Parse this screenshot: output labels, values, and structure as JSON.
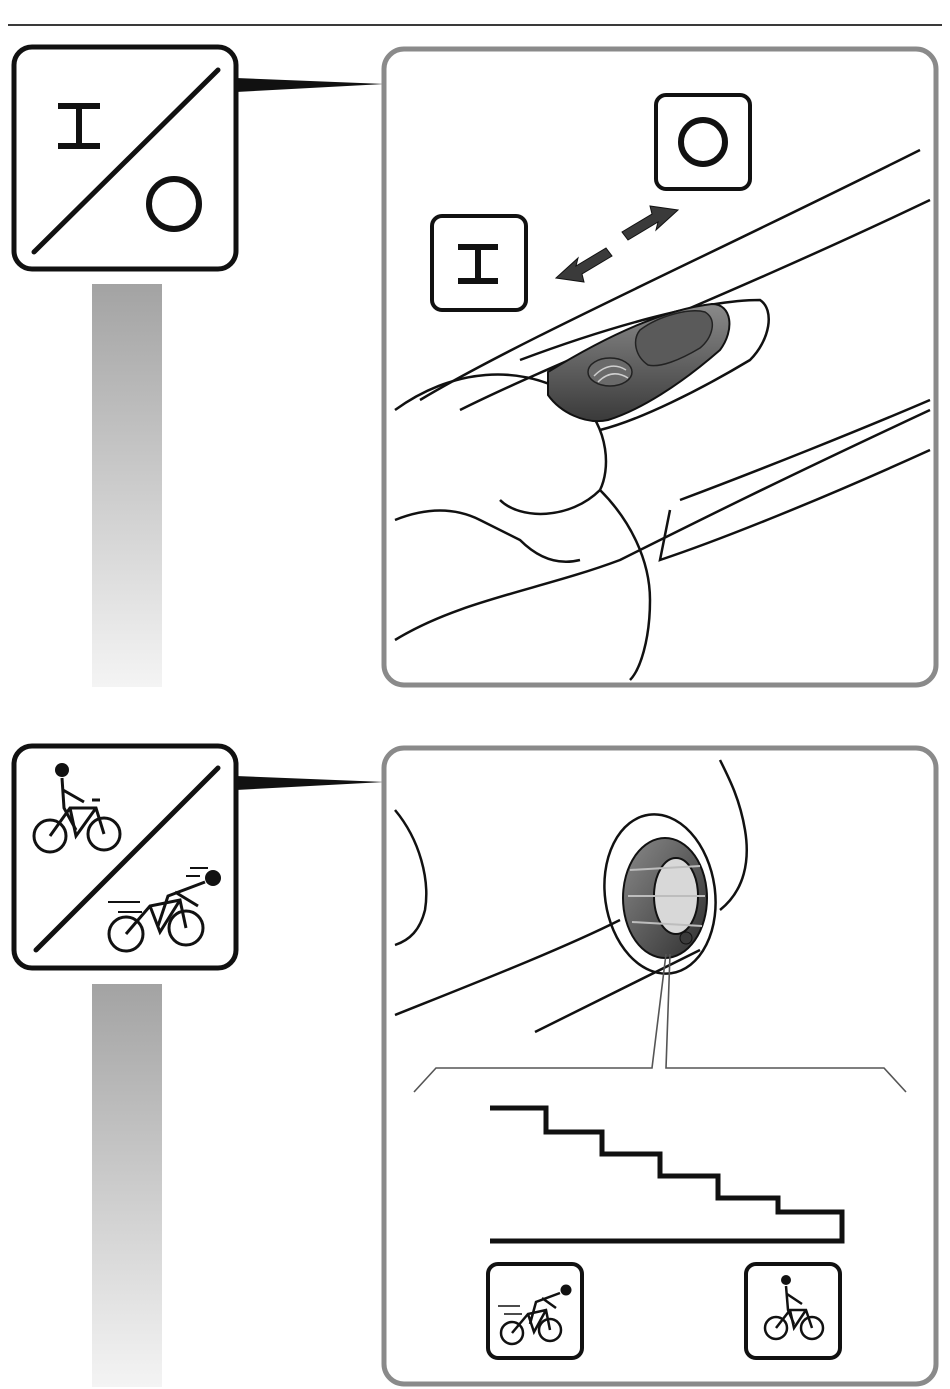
{
  "page": {
    "top_rule": true
  },
  "section_power": {
    "icon_on_symbol": "I",
    "icon_off_symbol": "O",
    "callout_on_label": "I",
    "callout_off_label": "O",
    "icon": "power-on-off-icon"
  },
  "section_assist": {
    "icon": "assist-level-icon",
    "low_assist_icon": "cyclist-upright-icon",
    "high_assist_icon": "cyclist-racing-icon",
    "steps": 6
  }
}
